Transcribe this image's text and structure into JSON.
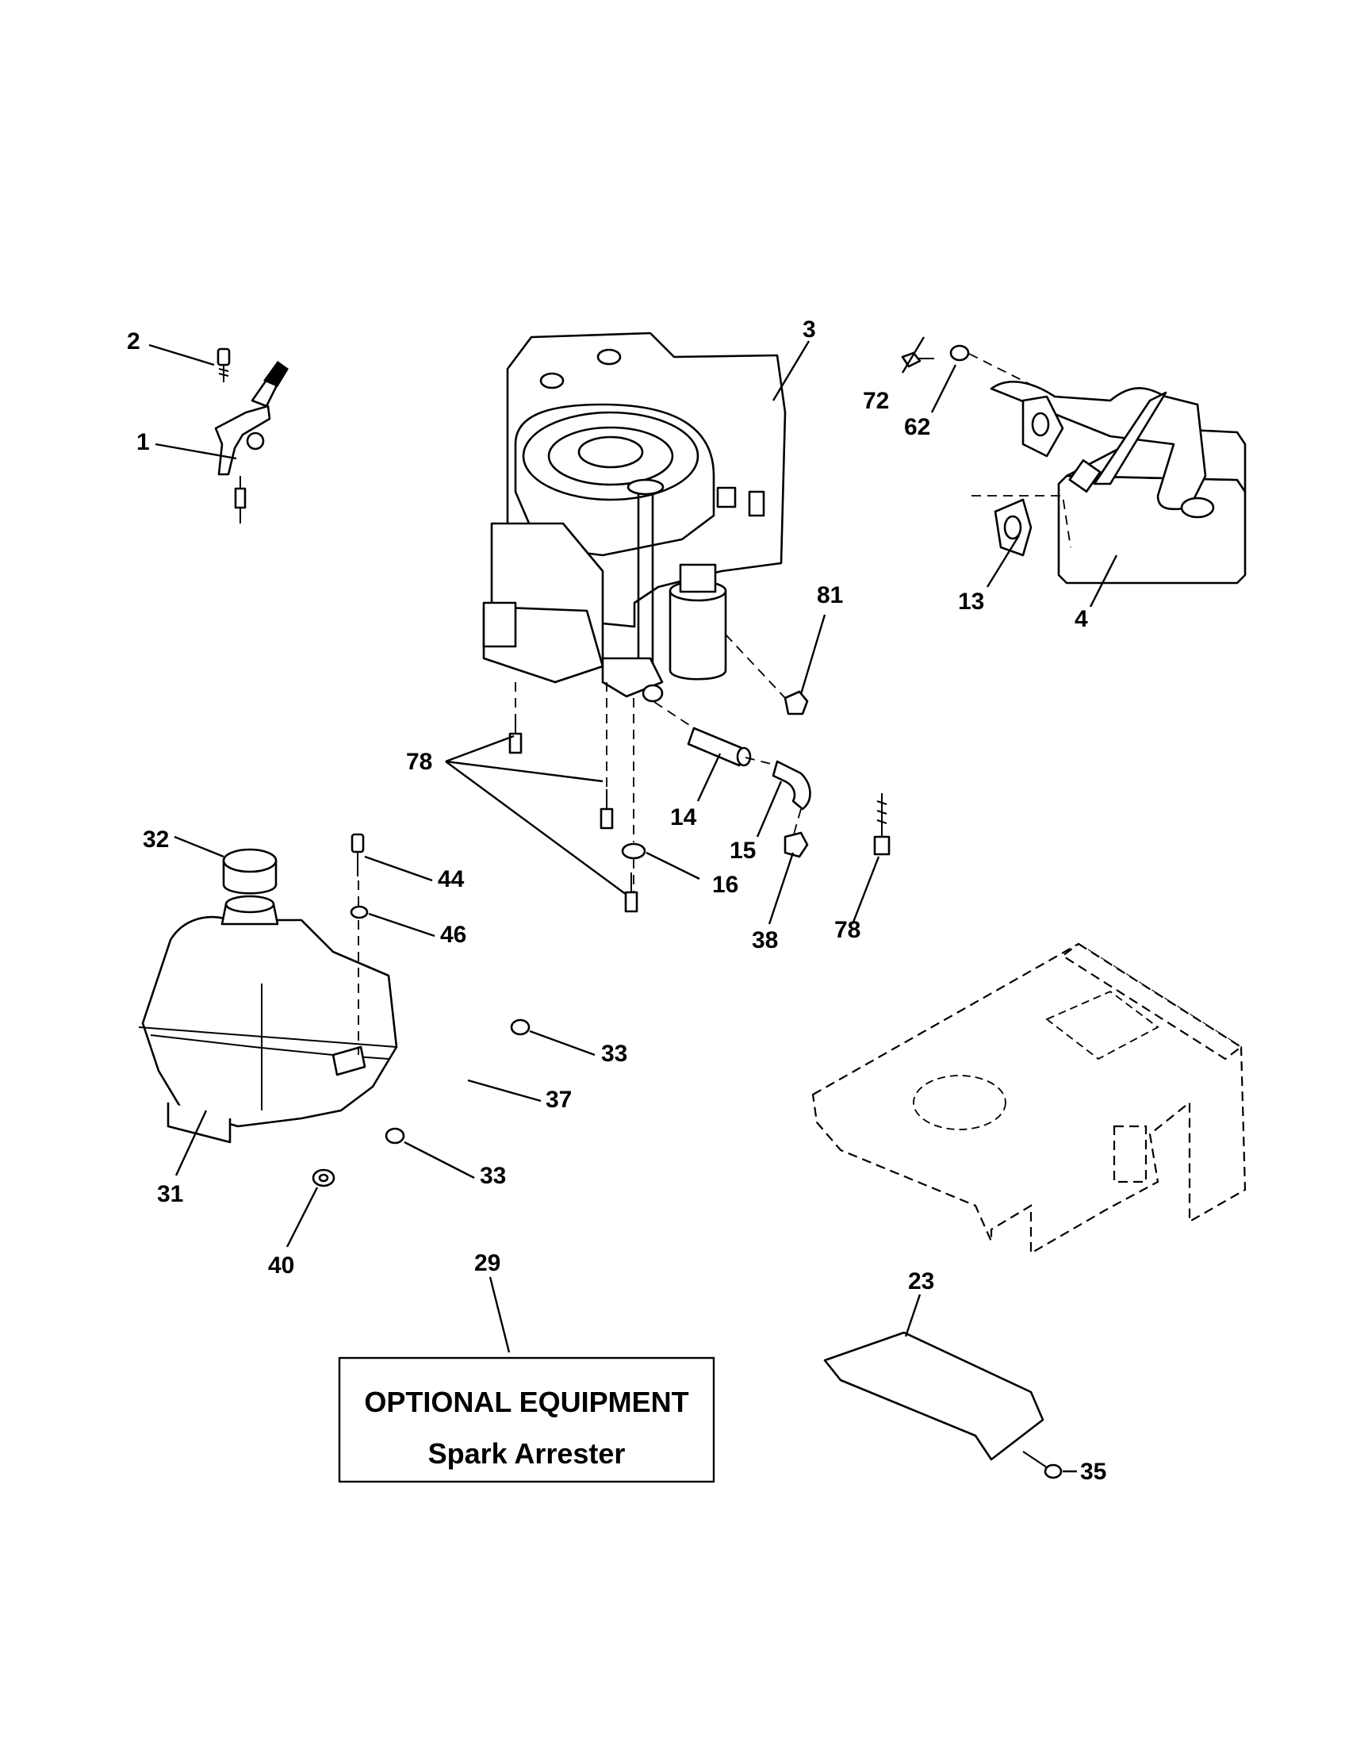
{
  "callouts": {
    "c1": "1",
    "c2": "2",
    "c3": "3",
    "c4": "4",
    "c13": "13",
    "c14": "14",
    "c15": "15",
    "c16": "16",
    "c23": "23",
    "c29": "29",
    "c31": "31",
    "c32": "32",
    "c33a": "33",
    "c33b": "33",
    "c35": "35",
    "c37": "37",
    "c38": "38",
    "c40": "40",
    "c44": "44",
    "c46": "46",
    "c62": "62",
    "c72": "72",
    "c78a": "78",
    "c78b": "78",
    "c81": "81"
  },
  "optional_equipment": {
    "title": "OPTIONAL EQUIPMENT",
    "item": "Spark Arrester"
  }
}
